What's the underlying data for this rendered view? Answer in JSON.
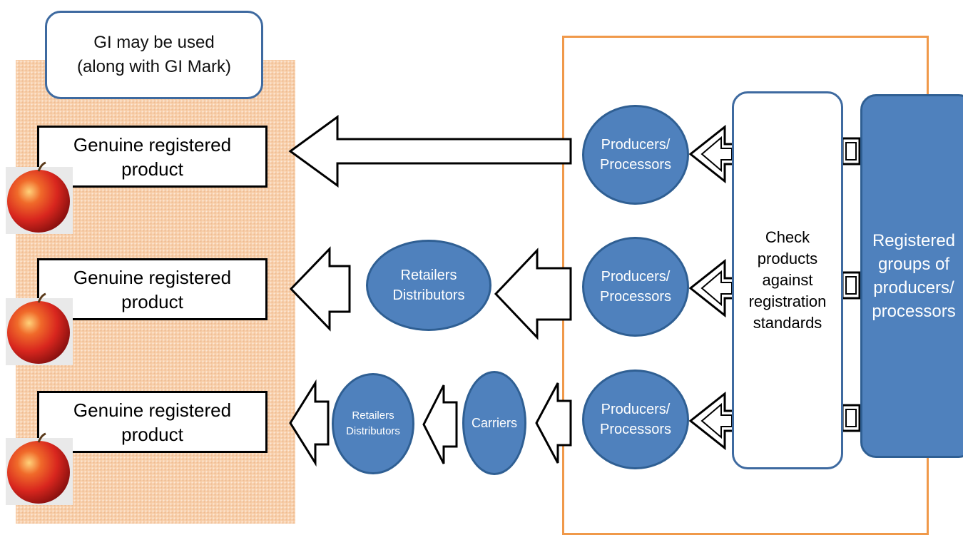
{
  "gi_note": "GI may be used\n(along with GI Mark)",
  "product_label": "Genuine registered product",
  "products": [
    {
      "label": "Genuine registered\nproduct"
    },
    {
      "label": "Genuine registered\nproduct"
    },
    {
      "label": "Genuine registered\nproduct"
    }
  ],
  "producer_label": "Producers/\nProcessors",
  "retailers_label": "Retailers\nDistributors",
  "carriers_label": "Carriers",
  "check_label": "Check\nproducts\nagainst\nregistration\nstandards",
  "groups_label": "Registered\ngroups of\nproducers/\nprocessors",
  "colors": {
    "node_fill": "#4f81bd",
    "node_border": "#2f5f93",
    "zone_border": "#f0994a",
    "market_fill": "#f8cfaa",
    "apple": "#d8261e"
  }
}
